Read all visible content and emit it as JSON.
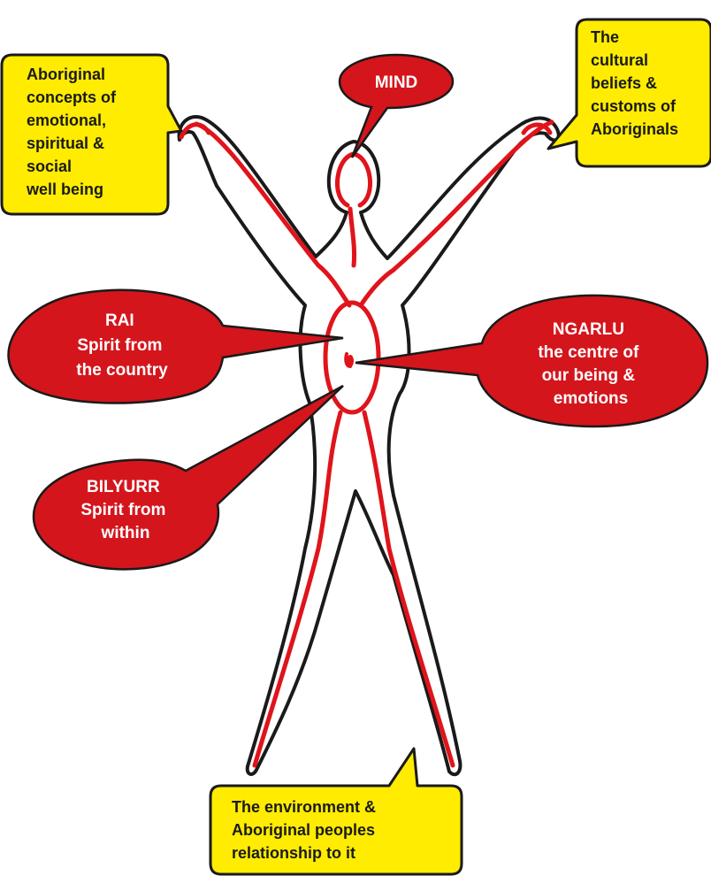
{
  "colors": {
    "red_bubble": "#d4151c",
    "yellow_box": "#ffec00",
    "outline": "#1a1a1a",
    "inner_line": "#e0141b",
    "text_on_red": "#ffffff",
    "text_on_yellow": "#1a1a1a"
  },
  "bubbles": {
    "mind": {
      "lines": [
        "MIND"
      ]
    },
    "rai": {
      "lines": [
        "RAI",
        "Spirit from",
        "the country"
      ]
    },
    "ngarlu": {
      "lines": [
        "NGARLU",
        "the centre of",
        "our being  &",
        "emotions"
      ]
    },
    "bilyurr": {
      "lines": [
        "BILYURR",
        "Spirit from",
        "within"
      ]
    }
  },
  "boxes": {
    "left_top": {
      "lines": [
        "Aboriginal",
        "concepts of",
        "emotional,",
        "spiritual  &",
        "social",
        "well being"
      ]
    },
    "right_top": {
      "lines": [
        "The",
        "cultural",
        "beliefs &",
        "customs of",
        "Aboriginals"
      ]
    },
    "bottom": {
      "lines": [
        "The environment &",
        "Aboriginal peoples",
        "relationship to it"
      ]
    }
  }
}
